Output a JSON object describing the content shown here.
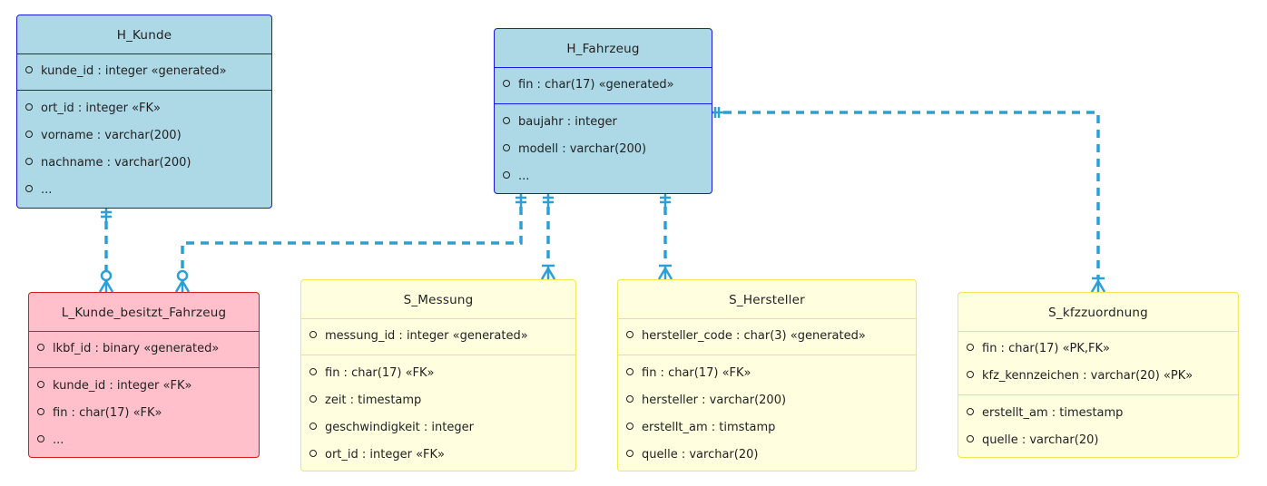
{
  "colors": {
    "hub_fill": "#add8e6",
    "hub_border": "#1a1add",
    "link_fill": "#ffc0cb",
    "link_border": "#d11f1f",
    "satellite_fill": "#ffffe0",
    "satellite_border": "#f2e65a",
    "connector": "#2a9fd8"
  },
  "entities": {
    "h_kunde": {
      "title": "H_Kunde",
      "pk": [
        "kunde_id : integer «generated»"
      ],
      "attrs": [
        "ort_id : integer «FK»",
        "vorname : varchar(200)",
        "nachname : varchar(200)",
        "..."
      ]
    },
    "h_fahrzeug": {
      "title": "H_Fahrzeug",
      "pk": [
        "fin : char(17) «generated»"
      ],
      "attrs": [
        "baujahr : integer",
        "modell : varchar(200)",
        "..."
      ]
    },
    "l_kunde_besitzt_fahrzeug": {
      "title": "L_Kunde_besitzt_Fahrzeug",
      "pk": [
        "lkbf_id : binary «generated»"
      ],
      "attrs": [
        "kunde_id : integer «FK»",
        "fin : char(17) «FK»",
        "..."
      ]
    },
    "s_messung": {
      "title": "S_Messung",
      "pk": [
        "messung_id : integer «generated»"
      ],
      "attrs": [
        "fin : char(17) «FK»",
        "zeit : timestamp",
        "geschwindigkeit : integer",
        "ort_id : integer «FK»"
      ]
    },
    "s_hersteller": {
      "title": "S_Hersteller",
      "pk": [
        "hersteller_code : char(3) «generated»"
      ],
      "attrs": [
        "fin : char(17) «FK»",
        "hersteller : varchar(200)",
        "erstellt_am : timstamp",
        "quelle : varchar(20)"
      ]
    },
    "s_kfzzuordnung": {
      "title": "S_kfzzuordnung",
      "pk": [
        "fin : char(17) «PK,FK»",
        "kfz_kennzeichen : varchar(20) «PK»"
      ],
      "attrs": [
        "erstellt_am : timestamp",
        "quelle : varchar(20)"
      ]
    }
  },
  "relationships": [
    {
      "from": "h_kunde",
      "to": "l_kunde_besitzt_fahrzeug",
      "from_card": "one-mandatory",
      "to_card": "zero-or-many"
    },
    {
      "from": "h_fahrzeug",
      "to": "l_kunde_besitzt_fahrzeug",
      "from_card": "one-mandatory",
      "to_card": "zero-or-many"
    },
    {
      "from": "h_fahrzeug",
      "to": "s_messung",
      "from_card": "one-mandatory",
      "to_card": "one-or-many"
    },
    {
      "from": "h_fahrzeug",
      "to": "s_hersteller",
      "from_card": "one-mandatory",
      "to_card": "one-or-many"
    },
    {
      "from": "h_fahrzeug",
      "to": "s_kfzzuordnung",
      "from_card": "one-mandatory",
      "to_card": "one-or-many"
    }
  ]
}
